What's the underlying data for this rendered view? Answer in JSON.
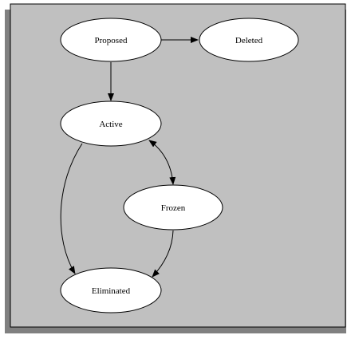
{
  "diagram": {
    "type": "state-transition",
    "colors": {
      "canvas": "#c0c0c0",
      "shadow": "#808080",
      "border": "#000000",
      "node_fill": "#ffffff",
      "edge": "#000000"
    },
    "states": {
      "proposed": "Proposed",
      "deleted": "Deleted",
      "active": "Active",
      "frozen": "Frozen",
      "eliminated": "Eliminated"
    },
    "transitions": [
      {
        "from": "Proposed",
        "to": "Deleted",
        "bidirectional": false
      },
      {
        "from": "Proposed",
        "to": "Active",
        "bidirectional": false
      },
      {
        "from": "Active",
        "to": "Frozen",
        "bidirectional": true
      },
      {
        "from": "Active",
        "to": "Eliminated",
        "bidirectional": false
      },
      {
        "from": "Frozen",
        "to": "Eliminated",
        "bidirectional": false
      }
    ]
  }
}
